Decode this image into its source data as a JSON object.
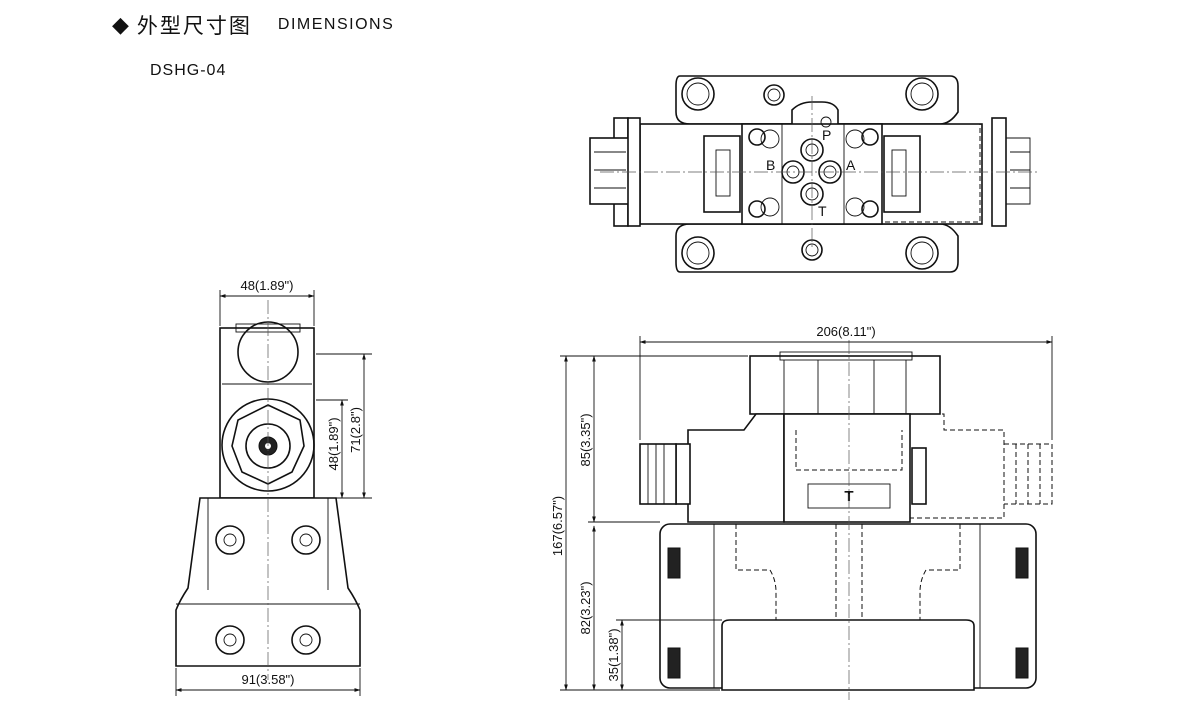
{
  "header": {
    "bullet_icon": "diamond-icon",
    "title_cn": "外型尺寸图",
    "title_en": "DIMENSIONS"
  },
  "model": "DSHG-04",
  "top_view": {
    "ports": {
      "p": "P",
      "a": "A",
      "b": "B",
      "t": "T"
    }
  },
  "side_view": {
    "dims": {
      "width_top": "48(1.89\")",
      "height_71": "71(2.8\")",
      "height_48": "48(1.89\")",
      "width_bottom": "91(3.58\")"
    }
  },
  "front_view": {
    "dims": {
      "length": "206(8.11\")",
      "height_total": "167(6.57\")",
      "height_85": "85(3.35\")",
      "height_82": "82(3.23\")",
      "height_35": "35(1.38\")"
    },
    "label_t": "T"
  }
}
